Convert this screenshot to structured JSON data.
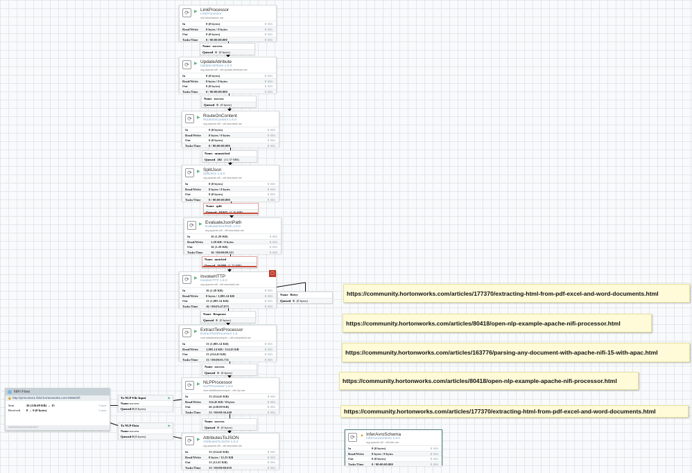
{
  "processors": [
    {
      "name": "LinkProcessor",
      "type": "LinkProcessor",
      "bundle": "nifi-linkextractor-nar",
      "in": "0 (0 bytes)",
      "rw": "0 bytes / 0 bytes",
      "out": "0 (0 bytes)",
      "tasks": "0 / 00:00:00.000",
      "status": "running"
    },
    {
      "name": "UpdateAttribute",
      "type": "UpdateAttribute 1.6.0",
      "bundle": "org.apache.nifi - nifi-update-attribute-nar",
      "in": "0 (0 bytes)",
      "rw": "0 bytes / 0 bytes",
      "out": "0 (0 bytes)",
      "tasks": "0 / 00:00:00.000",
      "status": "running"
    },
    {
      "name": "RouteOnContent",
      "type": "RouteOnContent 1.6.0",
      "bundle": "org.apache.nifi - nifi-standard-nar",
      "in": "0 (0 bytes)",
      "rw": "0 bytes / 0 bytes",
      "out": "0 (0 bytes)",
      "tasks": "0 / 00:00:00.000",
      "status": "running"
    },
    {
      "name": "SplitJson",
      "type": "SplitJson 1.6.0",
      "bundle": "org.apache.nifi - nifi-standard-nar",
      "in": "0 (0 bytes)",
      "rw": "0 bytes / 0 bytes",
      "out": "0 (0 bytes)",
      "tasks": "0 / 00:00:00.000",
      "status": "running"
    },
    {
      "name": "EvaluateJsonPath",
      "type": "EvaluateJsonPath 1.6.0",
      "bundle": "org.apache.nifi - nifi-standard-nar",
      "in": "16 (1.29 KB)",
      "rw": "1.29 KB / 0 bytes",
      "out": "16 (1.29 KB)",
      "tasks": "16 / 00:00:00.113",
      "status": "running"
    },
    {
      "name": "InvokeHTTP",
      "type": "InvokeHTTP 1.6.0",
      "bundle": "org.apache.nifi - nifi-standard-nar",
      "in": "16 (1.28 KB)",
      "rw": "0 bytes / 1,005.14 KB",
      "out": "13 (1,005.14 KB)",
      "tasks": "16 / 00:03:47.875",
      "status": "running",
      "bulletin": true
    },
    {
      "name": "ExtractTextProcessor",
      "type": "ExtractTextProcessor 1.5",
      "bundle": "com.dataflowdeveloper - nifi-extracttext-nar",
      "in": "13 (1,005.14 KB)",
      "rw": "1,005.14 KB / 114.45 KB",
      "out": "13 (114.45 KB)",
      "tasks": "13 / 00:00:01.731",
      "status": "running"
    },
    {
      "name": "NLPProcessor",
      "type": "NLPProcessor 1.6.0",
      "bundle": "com.dataflowdeveloper - nifi-nlp-nar",
      "in": "13 (114.45 KB)",
      "rw": "114.45 KB / 0 bytes",
      "out": "26 (228.89 KB)",
      "tasks": "13 / 00:00:36.440",
      "status": "running"
    },
    {
      "name": "AttributesToJSON",
      "type": "AttributesToJSON 1.6.0",
      "bundle": "org.apache.nifi - nifi-standard-nar",
      "in": "13 (114.45 KB)",
      "rw": "0 bytes / 12.25 KB",
      "out": "13 (12.25 KB)",
      "tasks": "13 / 00:00:00.010",
      "status": "running"
    },
    {
      "name": "InferAvroSchema",
      "type": "InferAvroSchema 1.6.0",
      "bundle": "org.apache.nifi - nifi-kite-nar",
      "in": "0 (0 bytes)",
      "rw": "0 bytes / 0 bytes",
      "out": "0 (0 bytes)",
      "tasks": "0 / 00:00:00.000",
      "status": "invalid"
    }
  ],
  "row_labels": {
    "in": "In",
    "rw": "Read/Write",
    "out": "Out",
    "tasks": "Tasks/Time",
    "window": "5 min"
  },
  "connections": [
    {
      "name": "success",
      "queued": "0",
      "size": "(0 bytes)"
    },
    {
      "name": "success",
      "queued": "0",
      "size": "(0 bytes)"
    },
    {
      "name": "unmatched",
      "queued": "261",
      "size": "(11.37 MB)"
    },
    {
      "name": "split",
      "queued": "10,042",
      "size": "(1.26 MB)",
      "backpressure": true
    },
    {
      "name": "matched",
      "queued": "10,000",
      "size": "(1.25 MB)",
      "backpressure": true
    },
    {
      "name": "Retry",
      "queued": "0",
      "size": "(0 bytes)"
    },
    {
      "name": "Response",
      "queued": "0",
      "size": "(0 bytes)"
    },
    {
      "name": "success",
      "queued": "0",
      "size": "(0 bytes)"
    },
    {
      "name": "success",
      "queued": "0",
      "size": "(0 bytes)"
    }
  ],
  "conn_labels": {
    "name": "Name",
    "queued": "Queued",
    "to": "To"
  },
  "remote_group": {
    "title": "NiFi Flow",
    "url": "http://princeton1.field.hortonworks.com:9090/nifi",
    "sent_label": "Sent",
    "sent": "26 (126.69 KB) → 15",
    "received_label": "Received",
    "received": "0 → 0 (0 bytes)",
    "window": "5 min",
    "timestamp": "05/25/2018 09:59:03 EDT"
  },
  "port_connections": [
    {
      "to": "NLP-File Input",
      "name": "success",
      "queued": "0",
      "size": "(0 bytes)"
    },
    {
      "to": "NLP-Data",
      "name": "success",
      "queued": "0",
      "size": "(0 bytes)"
    }
  ],
  "labels": [
    "https://community.hortonworks.com/articles/177370/extracting-html-from-pdf-excel-and-word-documents.html",
    "https://community.hortonworks.com/articles/80418/open-nlp-example-apache-nifi-processor.html",
    "https://community.hortonworks.com/articles/163776/parsing-any-document-with-apache-nifi-15-with-apac.html",
    "https://community.hortonworks.com/articles/80418/open-nlp-example-apache-nifi-processor.html",
    "https://community.hortonworks.com/articles/177370/extracting-html-from-pdf-excel-and-word-documents.html"
  ],
  "colors": {
    "running": "#5bb585",
    "backpressure": "#c84b3e",
    "label_bg": "#fffbd9"
  }
}
